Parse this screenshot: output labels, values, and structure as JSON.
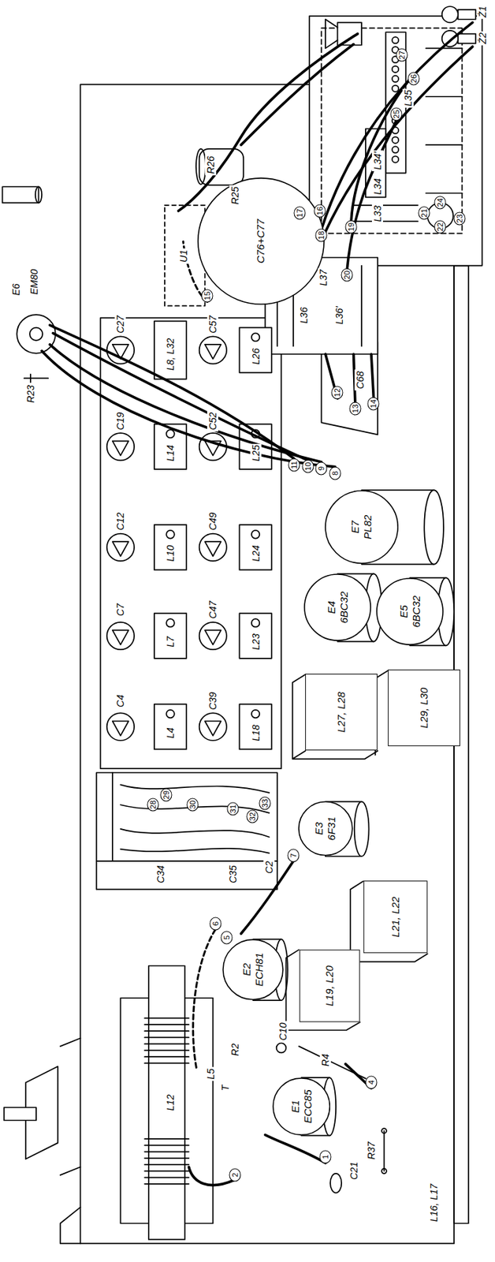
{
  "diagram": {
    "nodes": [
      {
        "text": [
          "C76+C77"
        ]
      },
      {
        "text": [
          "E7",
          "PL82"
        ]
      },
      {
        "text": [
          "E4",
          "6BC32"
        ]
      },
      {
        "text": [
          "E5",
          "6BC32"
        ]
      },
      {
        "text": [
          "L27, L28"
        ]
      },
      {
        "text": [
          "L29, L30"
        ]
      },
      {
        "text": [
          "E3",
          "6F31"
        ]
      },
      {
        "text": [
          "L21, L22"
        ]
      },
      {
        "text": [
          "E2",
          "ECH81"
        ]
      },
      {
        "text": [
          "L19, L20"
        ]
      },
      {
        "text": [
          "E1",
          "ECC85"
        ]
      }
    ],
    "labels": [
      "Ż1",
      "Ż2",
      "R25",
      "R26",
      "U1",
      "L35",
      "L34'",
      "L34",
      "L33",
      "L37",
      "L36",
      "L36'",
      "C68",
      "E6",
      "EM80",
      "R23",
      "C27",
      "L8, L32",
      "C57",
      "L26",
      "C19",
      "L14",
      "C52",
      "L25",
      "C12",
      "L10",
      "C49",
      "L24",
      "C7",
      "L7",
      "C47",
      "L23",
      "C4",
      "L4",
      "C39",
      "L18",
      "C34",
      "C35",
      "C2",
      "L12",
      "L5",
      "R2",
      "T",
      "C10",
      "R4",
      "C21",
      "R37",
      "L16, L17",
      "27",
      "26",
      "25",
      "17",
      "16",
      "18",
      "19",
      "20",
      "21",
      "24",
      "22",
      "23",
      "15",
      "12",
      "13",
      "14",
      "11",
      "10",
      "9",
      "8",
      "28",
      "29",
      "30",
      "31",
      "32",
      "33",
      "7",
      "6",
      "5",
      "4",
      "1",
      "2"
    ]
  }
}
